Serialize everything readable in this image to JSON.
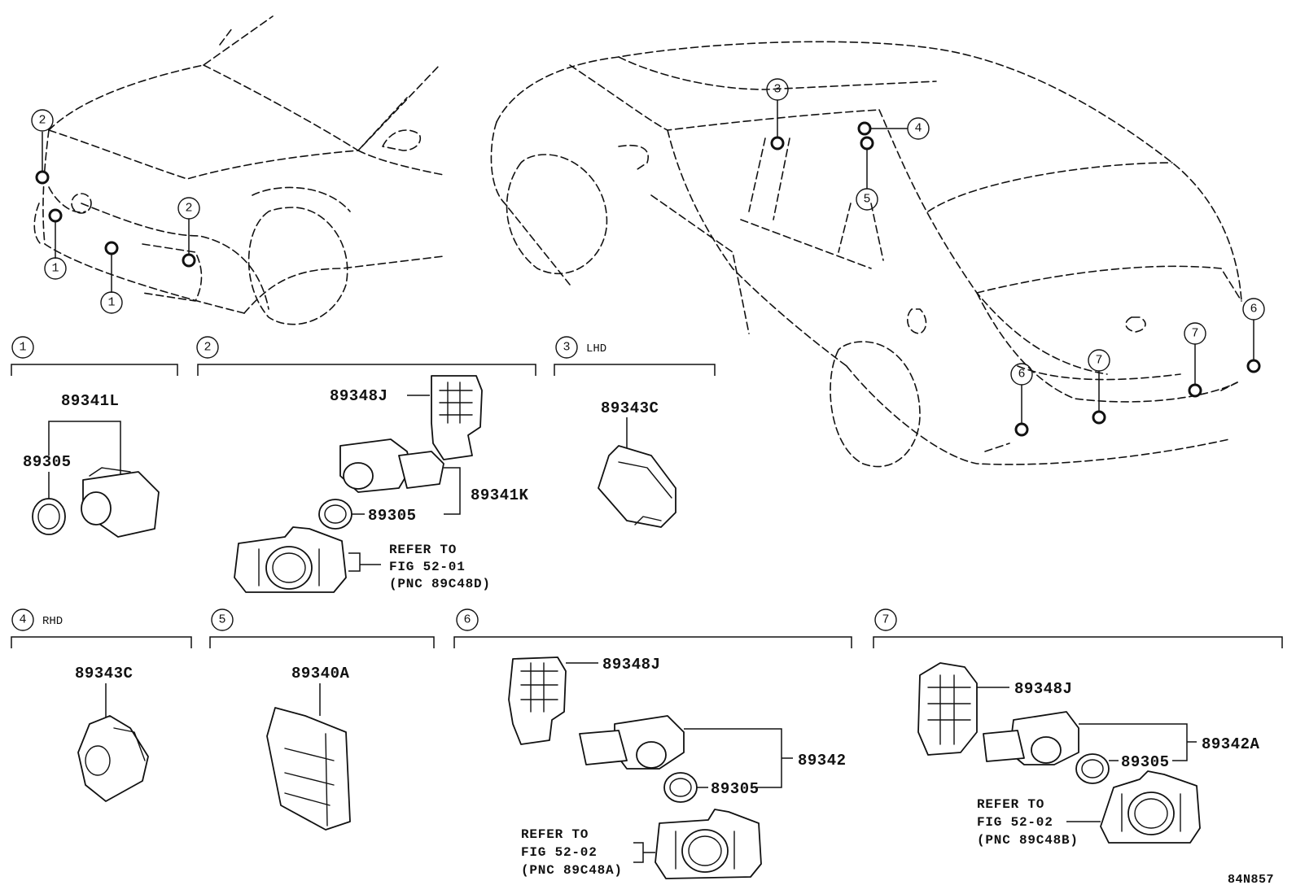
{
  "diagram_code": "84N857",
  "callouts": {
    "c1": "1",
    "c2": "2",
    "c3": "3",
    "c4": "4",
    "c5": "5",
    "c6": "6",
    "c7": "7"
  },
  "sections": [
    {
      "number": "1",
      "label": ""
    },
    {
      "number": "2",
      "label": ""
    },
    {
      "number": "3",
      "label": "LHD"
    },
    {
      "number": "4",
      "label": "RHD"
    },
    {
      "number": "5",
      "label": ""
    },
    {
      "number": "6",
      "label": ""
    },
    {
      "number": "7",
      "label": ""
    }
  ],
  "parts": {
    "s1_sensor": "89341L",
    "s1_retainer": "89305",
    "s2_holder": "89348J",
    "s2_sensor": "89341K",
    "s2_retainer": "89305",
    "s2_refer": [
      "REFER TO",
      "FIG 52-01",
      "(PNC 89C48D)"
    ],
    "s3_ecu": "89343C",
    "s4_ecu": "89343C",
    "s5_ecu": "89340A",
    "s6_holder": "89348J",
    "s6_sensor": "89342",
    "s6_retainer": "89305",
    "s6_refer": [
      "REFER TO",
      "FIG 52-02",
      "(PNC 89C48A)"
    ],
    "s7_holder": "89348J",
    "s7_sensor": "89342A",
    "s7_retainer": "89305",
    "s7_refer": [
      "REFER TO",
      "FIG 52-02",
      "(PNC 89C48B)"
    ]
  }
}
